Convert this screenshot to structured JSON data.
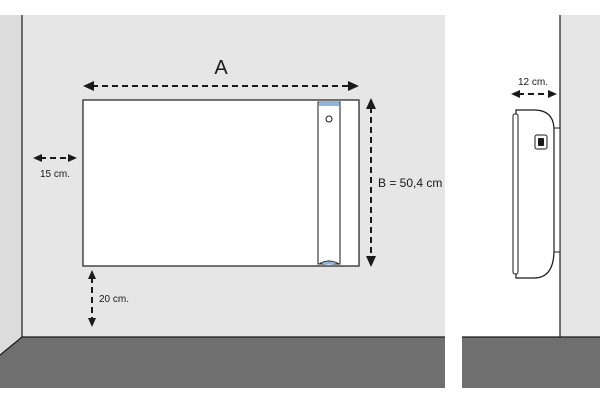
{
  "front_view": {
    "width_label": "A",
    "height_label": "B = 50,4 cm",
    "side_clearance_label": "15 cm.",
    "floor_clearance_label": "20 cm."
  },
  "side_view": {
    "depth_label": "12 cm."
  },
  "colors": {
    "wall": "#e6e6e6",
    "floor": "#6f6f6f",
    "outline": "#1a1a1a",
    "accent": "#8fb3d9"
  }
}
